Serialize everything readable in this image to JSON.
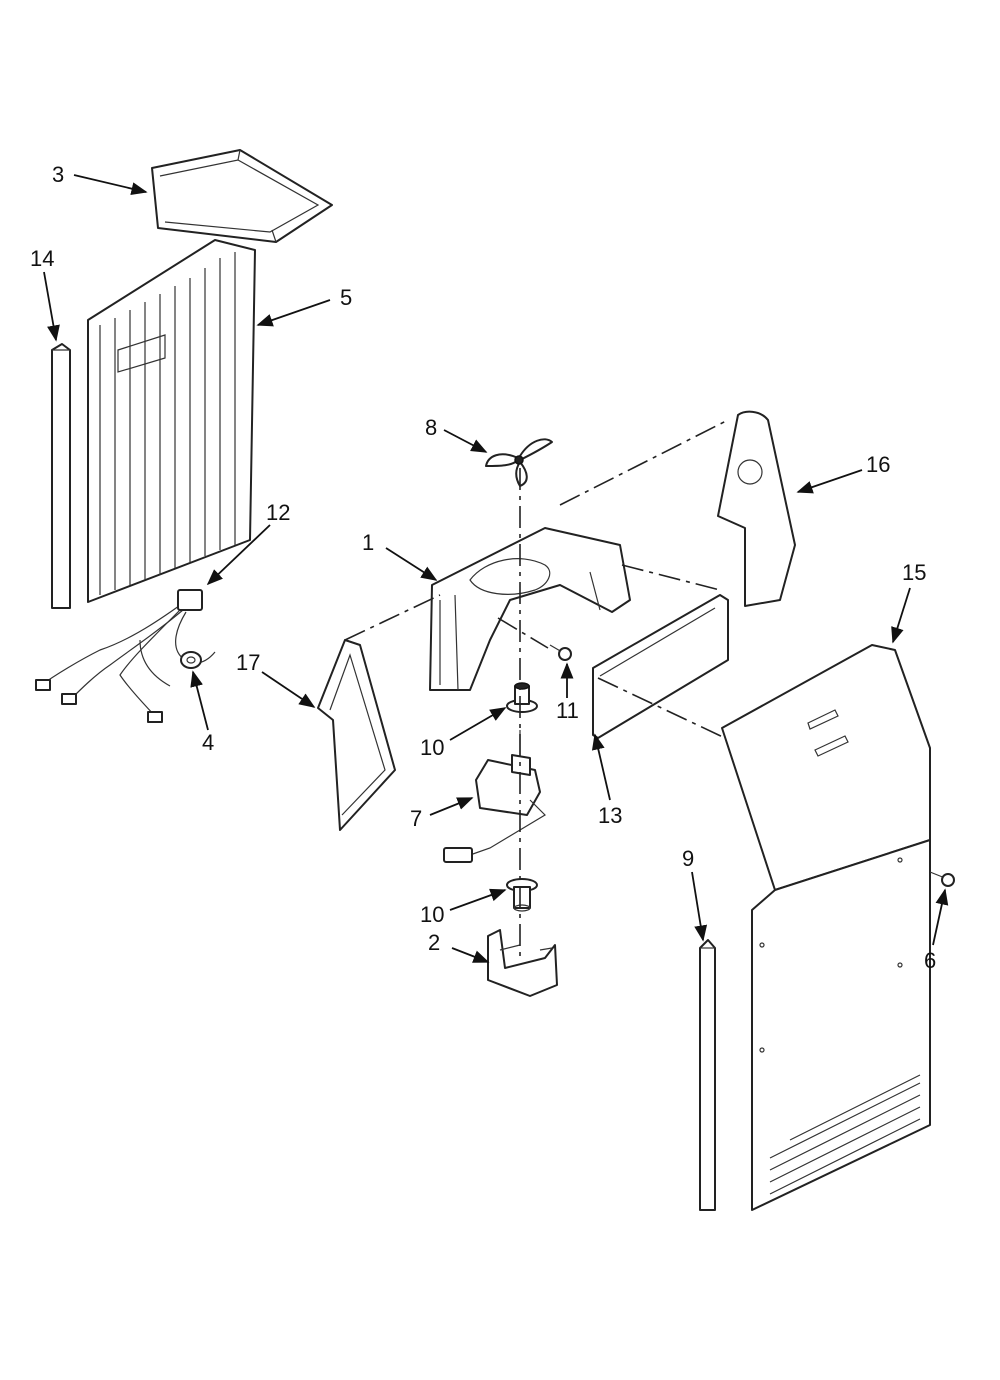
{
  "diagram": {
    "callouts": [
      {
        "id": "3",
        "text": "3"
      },
      {
        "id": "14",
        "text": "14"
      },
      {
        "id": "5",
        "text": "5"
      },
      {
        "id": "12",
        "text": "12"
      },
      {
        "id": "4",
        "text": "4"
      },
      {
        "id": "8",
        "text": "8"
      },
      {
        "id": "1",
        "text": "1"
      },
      {
        "id": "16",
        "text": "16"
      },
      {
        "id": "15",
        "text": "15"
      },
      {
        "id": "17",
        "text": "17"
      },
      {
        "id": "11",
        "text": "11"
      },
      {
        "id": "10a",
        "text": "10"
      },
      {
        "id": "13",
        "text": "13"
      },
      {
        "id": "7",
        "text": "7"
      },
      {
        "id": "9",
        "text": "9"
      },
      {
        "id": "10b",
        "text": "10"
      },
      {
        "id": "6",
        "text": "6"
      },
      {
        "id": "2",
        "text": "2"
      }
    ]
  }
}
